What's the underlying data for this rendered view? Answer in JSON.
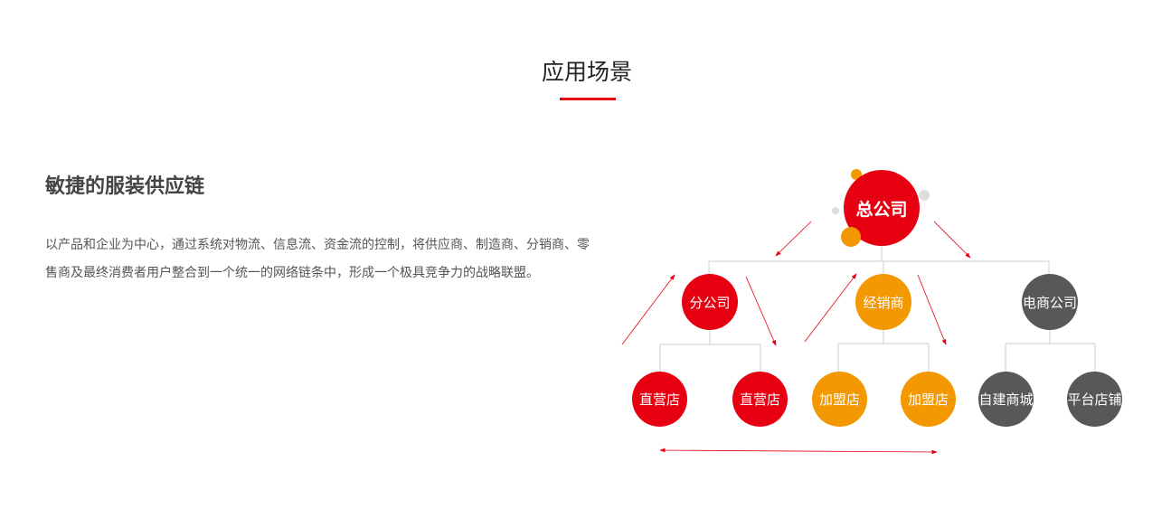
{
  "section_title": "应用场景",
  "heading": "敏捷的服装供应链",
  "description": "以产品和企业为中心，通过系统对物流、信息流、资金流的控制，将供应商、制造商、分销商、零售商及最终消费者用户整合到一个统一的网络链条中，形成一个极具竞争力的战略联盟。",
  "diagram": {
    "root": "总公司",
    "level2": [
      "分公司",
      "经销商",
      "电商公司"
    ],
    "level3": [
      "直营店",
      "直营店",
      "加盟店",
      "加盟店",
      "自建商城",
      "平台店铺"
    ],
    "colors": {
      "red": "#e60012",
      "orange": "#f39800",
      "gray": "#595757"
    }
  }
}
